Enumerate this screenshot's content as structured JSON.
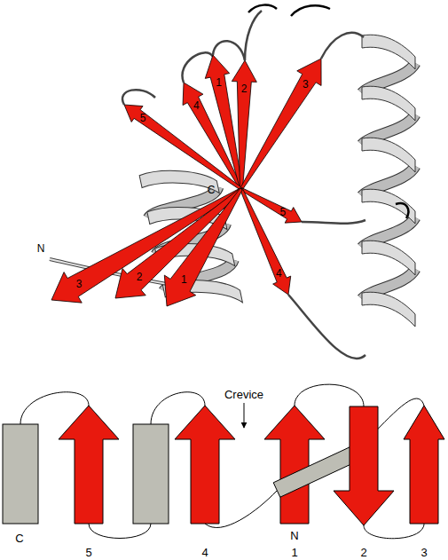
{
  "diagram": {
    "labels": [
      "4",
      "1",
      "2",
      "3",
      "5",
      "C",
      "5",
      "4",
      "N",
      "3",
      "2",
      "1",
      "Crevice",
      "C",
      "5",
      "4",
      "N",
      "1",
      "2",
      "3"
    ]
  }
}
